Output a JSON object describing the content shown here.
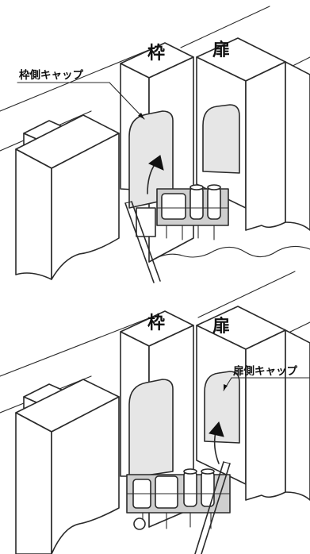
{
  "top_panel": {
    "frame_label": "枠",
    "door_label": "扉",
    "cap_label": "枠側キャップ"
  },
  "bottom_panel": {
    "frame_label": "枠",
    "door_label": "扉",
    "cap_label": "扉側キャップ"
  }
}
